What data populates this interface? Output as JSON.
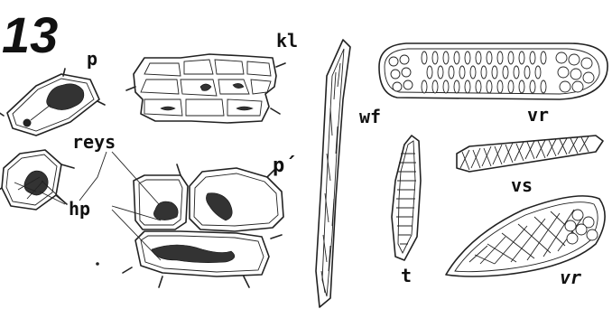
{
  "figure": {
    "number": "13",
    "labels": {
      "p": "p",
      "kl": "kl",
      "wf": "wf",
      "vr_top": "vr",
      "reys": "reys",
      "p_prime": "p´",
      "hp": "hp",
      "vs": "vs",
      "t": "t",
      "vr_bottom": "vr"
    }
  }
}
